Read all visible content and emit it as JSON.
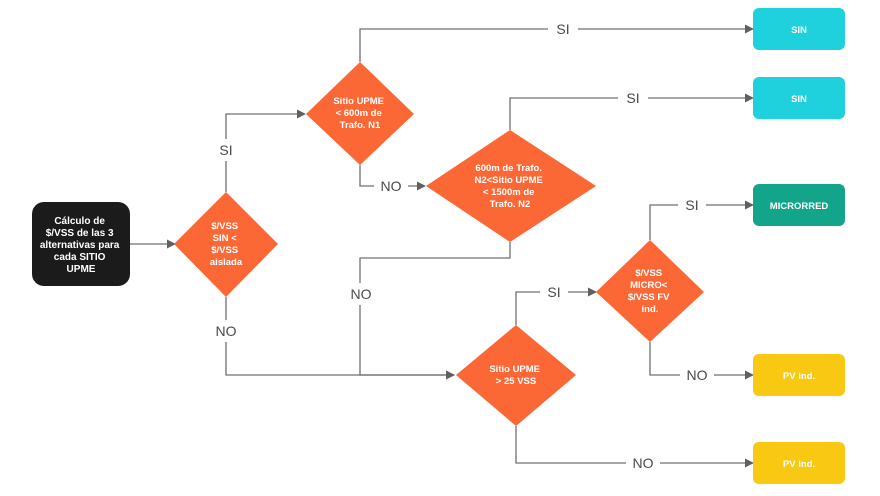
{
  "start": {
    "lines": [
      "Cálculo de",
      "$/VSS de las 3",
      "alternativas para",
      "cada SITIO",
      "UPME"
    ]
  },
  "decisions": {
    "d1": {
      "lines": [
        "$/VSS",
        "SIN <",
        "$/VSS",
        "aislada"
      ]
    },
    "d2": {
      "lines": [
        "Sitio UPME",
        "< 600m de",
        "Trafo. N1"
      ]
    },
    "d3": {
      "lines": [
        "600m de Trafo.",
        "N2<Sitio UPME",
        "< 1500m de",
        "Trafo. N2"
      ]
    },
    "d4": {
      "lines": [
        "Sitio UPME",
        "> 25 VSS"
      ]
    },
    "d5": {
      "lines": [
        "$/VSS",
        "MICRO<",
        "$/VSS FV",
        "ind."
      ]
    }
  },
  "outcomes": {
    "sin1": "SIN",
    "sin2": "SIN",
    "micro": "MICRORRED",
    "pv1": "PV ind.",
    "pv2": "PV ind."
  },
  "edge_labels": {
    "d1_yes": "SI",
    "d1_no": "NO",
    "d2_yes": "SI",
    "d2_no": "NO",
    "d3_yes": "SI",
    "d3_no": "NO",
    "d4_yes": "SI",
    "d4_no": "NO",
    "d5_yes": "SI",
    "d5_no": "NO"
  },
  "colors": {
    "decision": "#fb6836",
    "start": "#1b1b1b",
    "sin": "#1fd1dd",
    "microrred": "#12a58a",
    "pv": "#f8c813",
    "connector": "#707070"
  }
}
